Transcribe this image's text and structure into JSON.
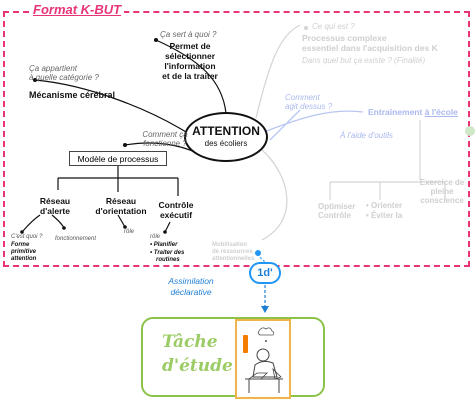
{
  "title": "Format K-BUT",
  "center": {
    "title": "ATTENTION",
    "subtitle": "des écoliers"
  },
  "q_sert": "Ça sert à quoi ?",
  "a_sert": [
    "Permet de",
    "sélectionner",
    "l'information",
    "et de la traiter"
  ],
  "q_categorie": [
    "Ça appartient",
    "à quelle catégorie ?"
  ],
  "a_categorie": "Mécanisme cérébral",
  "q_fonctionne": [
    "Comment ça",
    "fonctionne ?"
  ],
  "modele": "Modèle de processus",
  "reseau_alerte": [
    "Réseau",
    "d'alerte"
  ],
  "reseau_orientation": [
    "Réseau",
    "d'orientation"
  ],
  "controle": [
    "Contrôle",
    "exécutif"
  ],
  "c_est_quoi": "C'est quoi ?",
  "forme": [
    "Forme",
    "primitive",
    "attention"
  ],
  "fonctionnement": "fonctionnement",
  "role": "rôle",
  "role2": "rôle",
  "planifier": "Planifier",
  "traiter": [
    "Traiter des",
    "routines"
  ],
  "faded": {
    "ce_qui": "Ce qui est ?",
    "processus": [
      "Processus complexe",
      "essentiel dans l'acquisition des K"
    ],
    "dans_quel": "Dans quel but ça existe ? (Finalité)",
    "comment_agit": [
      "Comment",
      "agit dessus ?"
    ],
    "entrainement": "Entraînement",
    "a_lecole": "à l'école",
    "a_laide": "À l'aide d'outils",
    "optimiser": [
      "Optimiser",
      "Contrôle"
    ],
    "orienter": "• Orienter",
    "eviter": "• Éviter la",
    "exercice": [
      "Exercice de",
      "pleine",
      "conscience"
    ],
    "mobilisation": [
      "Mobilisation",
      "de ressources",
      "attentionnelles"
    ]
  },
  "assimilation": [
    "Assimilation",
    "déclarative"
  ],
  "badge": "1d'",
  "tache": [
    "Tâche",
    "d'étude"
  ]
}
